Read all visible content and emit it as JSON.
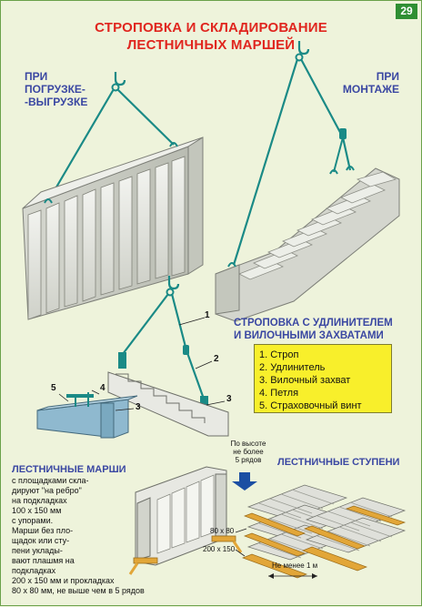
{
  "page_number": "29",
  "title": [
    "СТРОПОВКА И СКЛАДИРОВАНИЕ",
    "ЛЕСТНИЧНЫХ МАРШЕЙ"
  ],
  "labels": {
    "left_top": [
      "ПРИ",
      "ПОГРУЗКЕ-",
      "-ВЫГРУЗКЕ"
    ],
    "right_top": [
      "ПРИ",
      "МОНТАЖЕ"
    ],
    "middle": [
      "СТРОПОВКА С УДЛИНИТЕЛЕМ",
      "И ВИЛОЧНЫМИ ЗАХВАТАМИ"
    ],
    "bottom_left": "ЛЕСТНИЧНЫЕ МАРШИ",
    "bottom_right": "ЛЕСТНИЧНЫЕ СТУПЕНИ",
    "height_note": [
      "По высоте",
      "не более",
      "5 рядов"
    ],
    "dim_80": "80 х 80",
    "dim_200": "200 х 150",
    "spacing": "Не менее 1 м"
  },
  "legend": [
    "1. Строп",
    "2. Удлинитель",
    "3. Вилочный захват",
    "4. Петля",
    "5. Страховочный винт"
  ],
  "callout_numbers": [
    "1",
    "2",
    "3",
    "3",
    "4",
    "5"
  ],
  "marshi_text": [
    "с площадками скла-",
    "дируют \"на ребро\"",
    "на подкладках",
    "100 х 150 мм",
    "с упорами.",
    "Марши без пло-",
    "щадок или сту-",
    "пени уклады-",
    "вают плашмя на",
    "подкладках",
    "200 х 150  мм и прокладках",
    "80 х 80  мм, не выше чем в 5 рядов"
  ],
  "colors": {
    "title": "#e0261f",
    "label": "#3a47a2",
    "legend_bg": "#f8ef2b",
    "page_number_bg": "#2f8f33",
    "sling": "#1a8a86",
    "concrete": "#e6e7e1",
    "timber": "#e2a638"
  }
}
